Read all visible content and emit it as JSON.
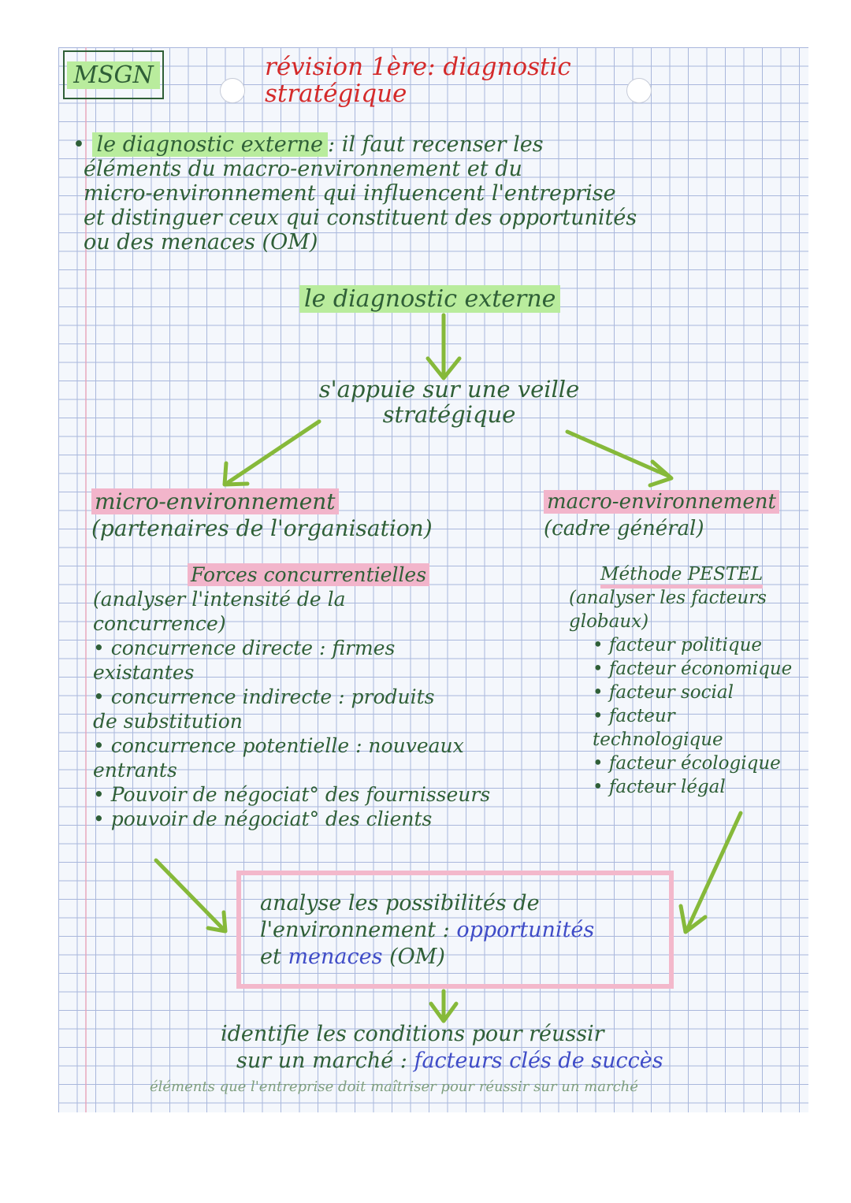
{
  "header": {
    "subject": "MSGN",
    "title_line1": "révision 1ère: diagnostic",
    "title_line2": "stratégique"
  },
  "intro": {
    "term": "le diagnostic externe",
    "lines": [
      ": il faut recenser les",
      "éléments du macro-environnement et du",
      "micro-environnement qui influencent l'entreprise",
      "et distinguer ceux qui constituent des opportunités",
      "ou des menaces (OM)"
    ]
  },
  "diagram": {
    "root": "le diagnostic externe",
    "veille_line1": "s'appuie sur une veille",
    "veille_line2": "stratégique",
    "micro": {
      "title": "micro-environnement",
      "subtitle": "(partenaires de l'organisation)",
      "method": "Forces concurrentielles",
      "method_desc_1": "(analyser l'intensité de la",
      "method_desc_2": "concurrence)",
      "items": [
        "concurrence directe : firmes",
        "existantes",
        "concurrence indirecte : produits",
        "de substitution",
        "concurrence potentielle : nouveaux",
        "entrants",
        "Pouvoir de négociat° des fournisseurs",
        "pouvoir de négociat° des clients"
      ]
    },
    "macro": {
      "title": "macro-environnement",
      "subtitle": "(cadre général)",
      "method": "Méthode PESTEL",
      "method_desc_1": "(analyser les facteurs",
      "method_desc_2": "globaux)",
      "items": [
        "facteur politique",
        "facteur économique",
        "facteur social",
        "facteur technologique",
        "facteur écologique",
        "facteur légal"
      ]
    },
    "box": {
      "line1": "analyse les possibilités de",
      "line2_prefix": "l'environnement :",
      "opportunites": "opportunités",
      "line3_prefix": "et",
      "menaces": "menaces",
      "line3_suffix": "(OM)"
    },
    "conclusion": {
      "line1": "identifie les conditions pour réussir",
      "line2_prefix": "sur un marché :",
      "fcs": "facteurs clés de succès",
      "note": "éléments que l'entreprise doit maîtriser pour réussir sur un marché"
    }
  },
  "colors": {
    "ink": "#2f5f37",
    "title_red": "#d42a2a",
    "highlight_green": "#b9ec9d",
    "highlight_pink": "#f2b5cb",
    "blue_ink": "#3f4cc7",
    "arrow_green": "#86b93a"
  }
}
